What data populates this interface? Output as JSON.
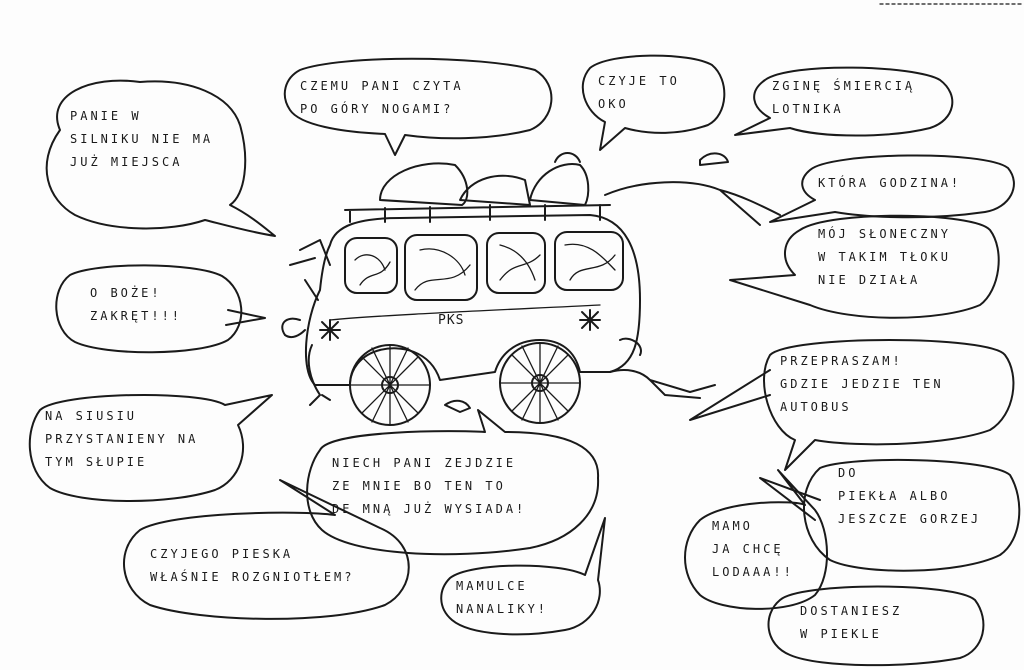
{
  "bus_label": "PKS",
  "bubbles": [
    {
      "id": "silnik",
      "lines": [
        "PANIE W",
        "SILNIKU NIE MA",
        "JUŻ MIEJSCA"
      ]
    },
    {
      "id": "czemu",
      "lines": [
        "CZEMU PANI CZYTA",
        "PO GÓRY NOGAMI?"
      ]
    },
    {
      "id": "oko",
      "lines": [
        "CZYJE TO",
        "OKO"
      ]
    },
    {
      "id": "zginę",
      "lines": [
        "ZGINĘ ŚMIERCIĄ",
        "LOTNIKA"
      ]
    },
    {
      "id": "godzina",
      "lines": [
        "KTÓRA GODZINA!"
      ]
    },
    {
      "id": "sloneczny",
      "lines": [
        "MÓJ SŁONECZNY",
        "W TAKIM TŁOKU",
        "NIE DZIAŁA"
      ]
    },
    {
      "id": "zakret",
      "lines": [
        "O BOŻE!",
        "ZAKRĘT!!!"
      ]
    },
    {
      "id": "slup",
      "lines": [
        "NA SIUSIU",
        "PRZYSTANIENY NA",
        "TYM SŁUPIE"
      ]
    },
    {
      "id": "zejdzie",
      "lines": [
        "NIECH PANI ZEJDZIE",
        "ZE MNIE BO TEN TO",
        "DE MNĄ JUŻ WYSIADA!"
      ]
    },
    {
      "id": "przepraszam",
      "lines": [
        "PRZEPRASZAM!",
        "GDZIE JEDZIE TEN",
        "AUTOBUS"
      ]
    },
    {
      "id": "piekla",
      "lines": [
        "DO",
        "PIEKŁA ALBO",
        "JESZCZE GORZEJ"
      ]
    },
    {
      "id": "piesek",
      "lines": [
        "CZYJEGO PIESKA",
        "WŁAŚNIE ROZGNIOTŁEM?"
      ]
    },
    {
      "id": "mamo",
      "lines": [
        "MAMO",
        "JA CHCĘ",
        "LODAAA!!"
      ]
    },
    {
      "id": "mamulce",
      "lines": [
        "MAMULCE",
        "NANALIKY!"
      ]
    },
    {
      "id": "dostaniesz",
      "lines": [
        "DOSTANIESZ",
        "W PIEKLE"
      ]
    }
  ]
}
